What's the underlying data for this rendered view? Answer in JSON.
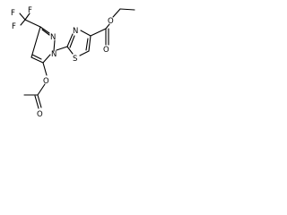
{
  "molecule": {
    "atoms": {
      "f1": "F",
      "f2": "F",
      "f3": "F",
      "n_pyrazole_1": "N",
      "n_pyrazole_2": "N",
      "o_carbonyl": "O",
      "o_ester": "O",
      "o_acetyl_carbonyl": "O",
      "o_acetyl_ester": "O",
      "n_thiazole": "N",
      "s_thiazole": "S"
    },
    "colors": {
      "ink": "#000000",
      "background": "#ffffff"
    }
  }
}
